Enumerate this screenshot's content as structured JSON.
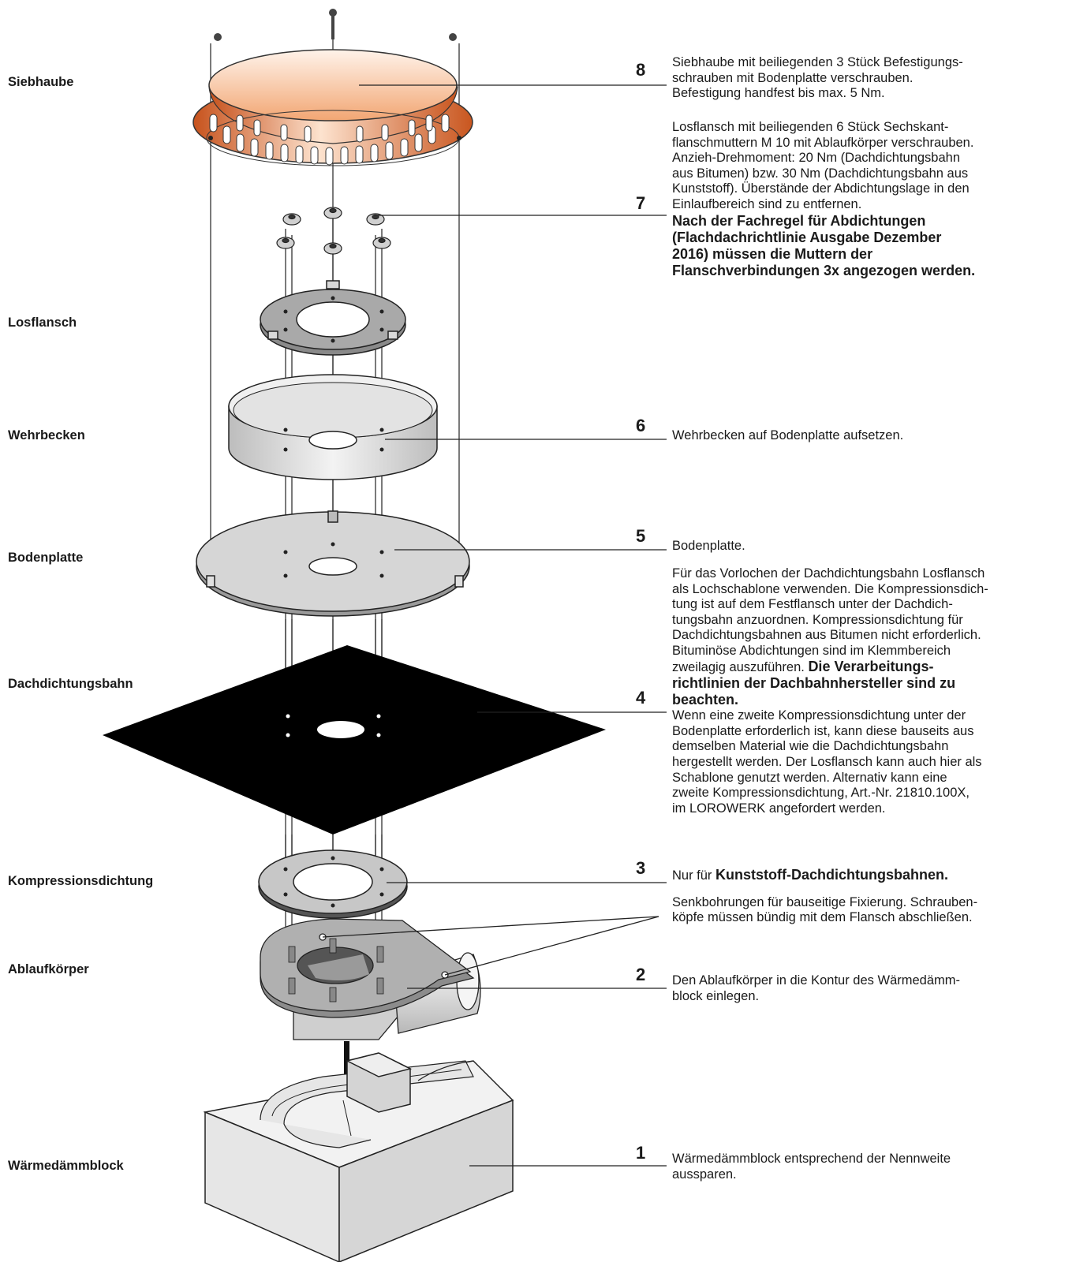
{
  "components": {
    "siebhaube": "Siebhaube",
    "losflansch": "Losflansch",
    "wehrbecken": "Wehrbecken",
    "bodenplatte": "Bodenplatte",
    "dachdichtungsbahn": "Dachdichtungsbahn",
    "kompressionsdichtung": "Kompressionsdichtung",
    "ablaufkoerper": "Ablaufkörper",
    "waermedaemmblock": "Wärmedämmblock"
  },
  "steps": {
    "s8": {
      "number": "8",
      "a": "Siebhaube mit beiliegenden 3 Stück Befestigungs-",
      "b": "schrauben mit Bodenplatte verschrauben.",
      "c": "Befestigung handfest bis max. 5 Nm."
    },
    "s7": {
      "number": "7",
      "a": "Losflansch mit beiliegenden 6 Stück Sechskant-",
      "b": "flanschmuttern M 10 mit Ablaufkörper verschrauben.",
      "c": "Anzieh-Drehmoment: 20 Nm (Dachdichtungsbahn",
      "d": "aus Bitumen) bzw. 30 Nm (Dachdichtungsbahn aus",
      "e": "Kunststoff). Überstände der Abdichtungslage in den",
      "f": "Einlaufbereich sind zu entfernen.",
      "g": "Nach der Fachregel für Abdichtungen",
      "h": "(Flachdachrichtlinie Ausgabe Dezember",
      "i": "2016) müssen die Muttern der",
      "j": "Flanschverbindungen 3x angezogen werden."
    },
    "s6": {
      "number": "6",
      "a": "Wehrbecken auf Bodenplatte aufsetzen."
    },
    "s5": {
      "number": "5",
      "a": "Bodenplatte."
    },
    "s4": {
      "number": "4",
      "a": "Für das Vorlochen der Dachdichtungsbahn Losflansch",
      "b": "als Lochschablone verwenden. Die Kompressionsdich-",
      "c": "tung ist auf dem Festflansch unter der Dachdich-",
      "d": "tungsbahn anzuordnen. Kompressionsdichtung für",
      "e": "Dachdichtungsbahnen aus Bitumen nicht erforderlich.",
      "f": "Bituminöse Abdichtungen sind im Klemmbereich",
      "g": "zweilagig auszuführen. ",
      "h": "Die Verarbeitungs-",
      "i": "richtlinien der Dachbahnhersteller sind zu",
      "j": "beachten.",
      "k": "Wenn eine zweite Kompressionsdichtung unter der",
      "l": "Bodenplatte erforderlich ist, kann diese bauseits aus",
      "m": "demselben Material wie die Dachdichtungsbahn",
      "n": "hergestellt werden. Der Losflansch kann auch hier als",
      "o": "Schablone genutzt werden.  Alternativ kann eine",
      "p": "zweite Kompressionsdichtung, Art.-Nr. 21810.100X,",
      "q": "im LOROWERK angefordert werden."
    },
    "s3": {
      "number": "3",
      "a": "Nur für ",
      "b": "Kunststoff-Dachdichtungsbahnen.",
      "c": "Senkbohrungen für bauseitige Fixierung. Schrauben-",
      "d": "köpfe müssen bündig mit dem Flansch abschließen."
    },
    "s2": {
      "number": "2",
      "a": "Den Ablaufkörper in die Kontur des Wärmedämm-",
      "b": "block einlegen."
    },
    "s1": {
      "number": "1",
      "a": "Wärmedämmblock entsprechend der Nennweite",
      "b": "aussparen."
    }
  },
  "colors": {
    "hood_orange": "#e07a3c",
    "membrane": "#000000",
    "plate_grey": "#c8c8c8",
    "block_grey": "#e2e2e2"
  }
}
